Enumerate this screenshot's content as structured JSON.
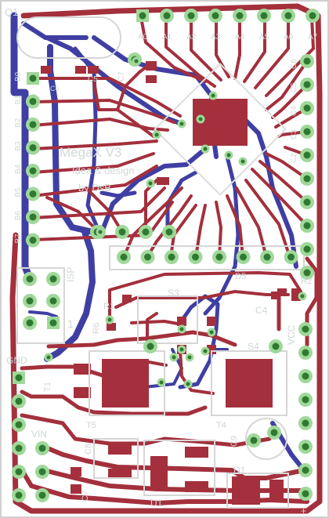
{
  "colors": {
    "background": "#ffffff",
    "copper_top": "#a3303c",
    "copper_bottom": "#3f3fa3",
    "pad_ring": "#a0d89a",
    "pad_hole": "#2f7a30",
    "silkscreen": "#cfd6d6",
    "outline": "#d0d0d0"
  },
  "labels": {
    "q1": "Q1",
    "analog": [
      "A0",
      "A1",
      "A2",
      "A3",
      "A4",
      "A5",
      "A6",
      "A7"
    ],
    "port_b": [
      "B0",
      "B1",
      "B2",
      "B3",
      "B4",
      "B5",
      "B6",
      "B7"
    ],
    "c6": "C6",
    "c5": "C5",
    "c7": "C7",
    "c_right": [
      "C6",
      "C5",
      "C4",
      "C3",
      "C2"
    ],
    "r1": "R1",
    "r6": "R6",
    "r2": "R2",
    "s3": "S3",
    "s4": "S4",
    "c4": "C4",
    "vcc": "VCC",
    "gnd": "GND",
    "vin": "VIN",
    "d1": "D1",
    "u1": "U1",
    "t1": "T1",
    "t5": "T5",
    "t4": "T4",
    "c8": "C8",
    "c9": "C9",
    "isp": "ISP",
    "one": "1",
    "title_line1": "MegaX V3",
    "title_line2": "Idea & design",
    "title_line3": "by DsB",
    "d5": "D5",
    "plus": "+"
  }
}
